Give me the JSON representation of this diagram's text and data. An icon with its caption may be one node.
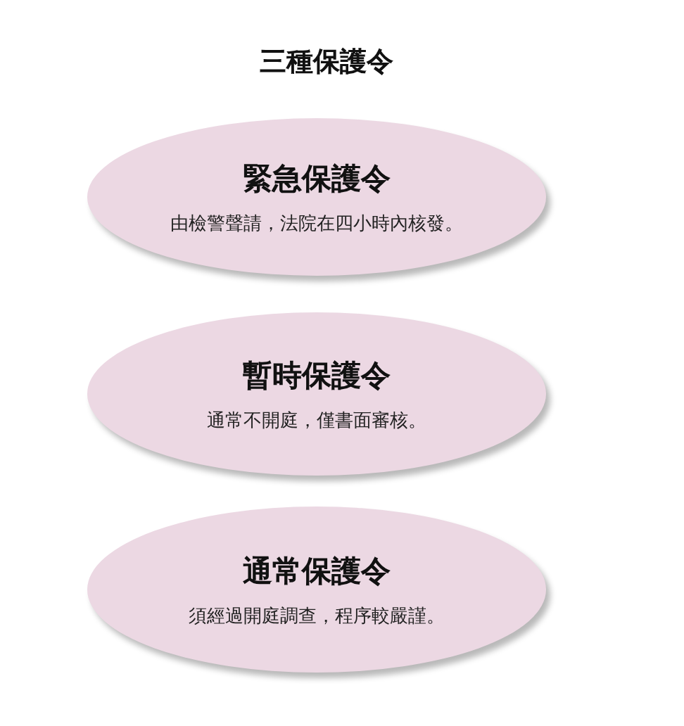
{
  "diagram": {
    "title": "三種保護令",
    "nodes": [
      {
        "text": [
          "緊急保護令",
          "由檢警聲請，法院在四小時內核發。"
        ]
      },
      {
        "text": [
          "暫時保護令",
          "通常不開庭，僅書面審核。"
        ]
      },
      {
        "text": [
          "通常保護令",
          "須經過開庭調查，程序較嚴謹。"
        ]
      }
    ]
  }
}
